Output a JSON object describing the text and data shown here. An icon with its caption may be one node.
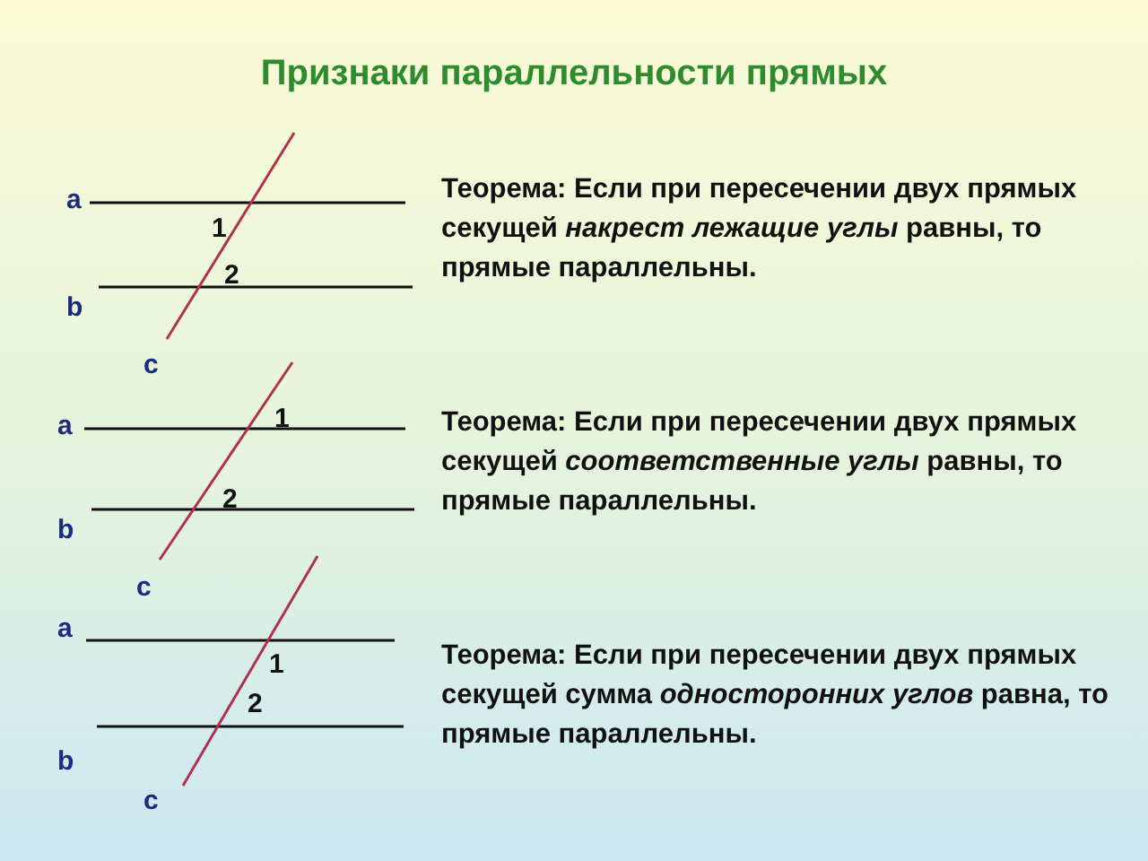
{
  "diagram": {
    "title": "Признаки параллельности прямых",
    "labels": [
      "a",
      "1",
      "2",
      "b",
      "c",
      "**Теорема:** Если при пересечении двух прямых секущей *накрест лежащие углы* равны, то прямые параллельны.",
      "a",
      "1",
      "2",
      "b",
      "c",
      "**Теорема:** Если при пересечении двух прямых секущей *соответственные углы* равны, то прямые параллельны.",
      "a",
      "1",
      "2",
      "b",
      "c",
      "**Теорема:** Если при пересечении двух прямых секущей сумма  *односторонних углов* равна, то прямые параллельны."
    ]
  }
}
